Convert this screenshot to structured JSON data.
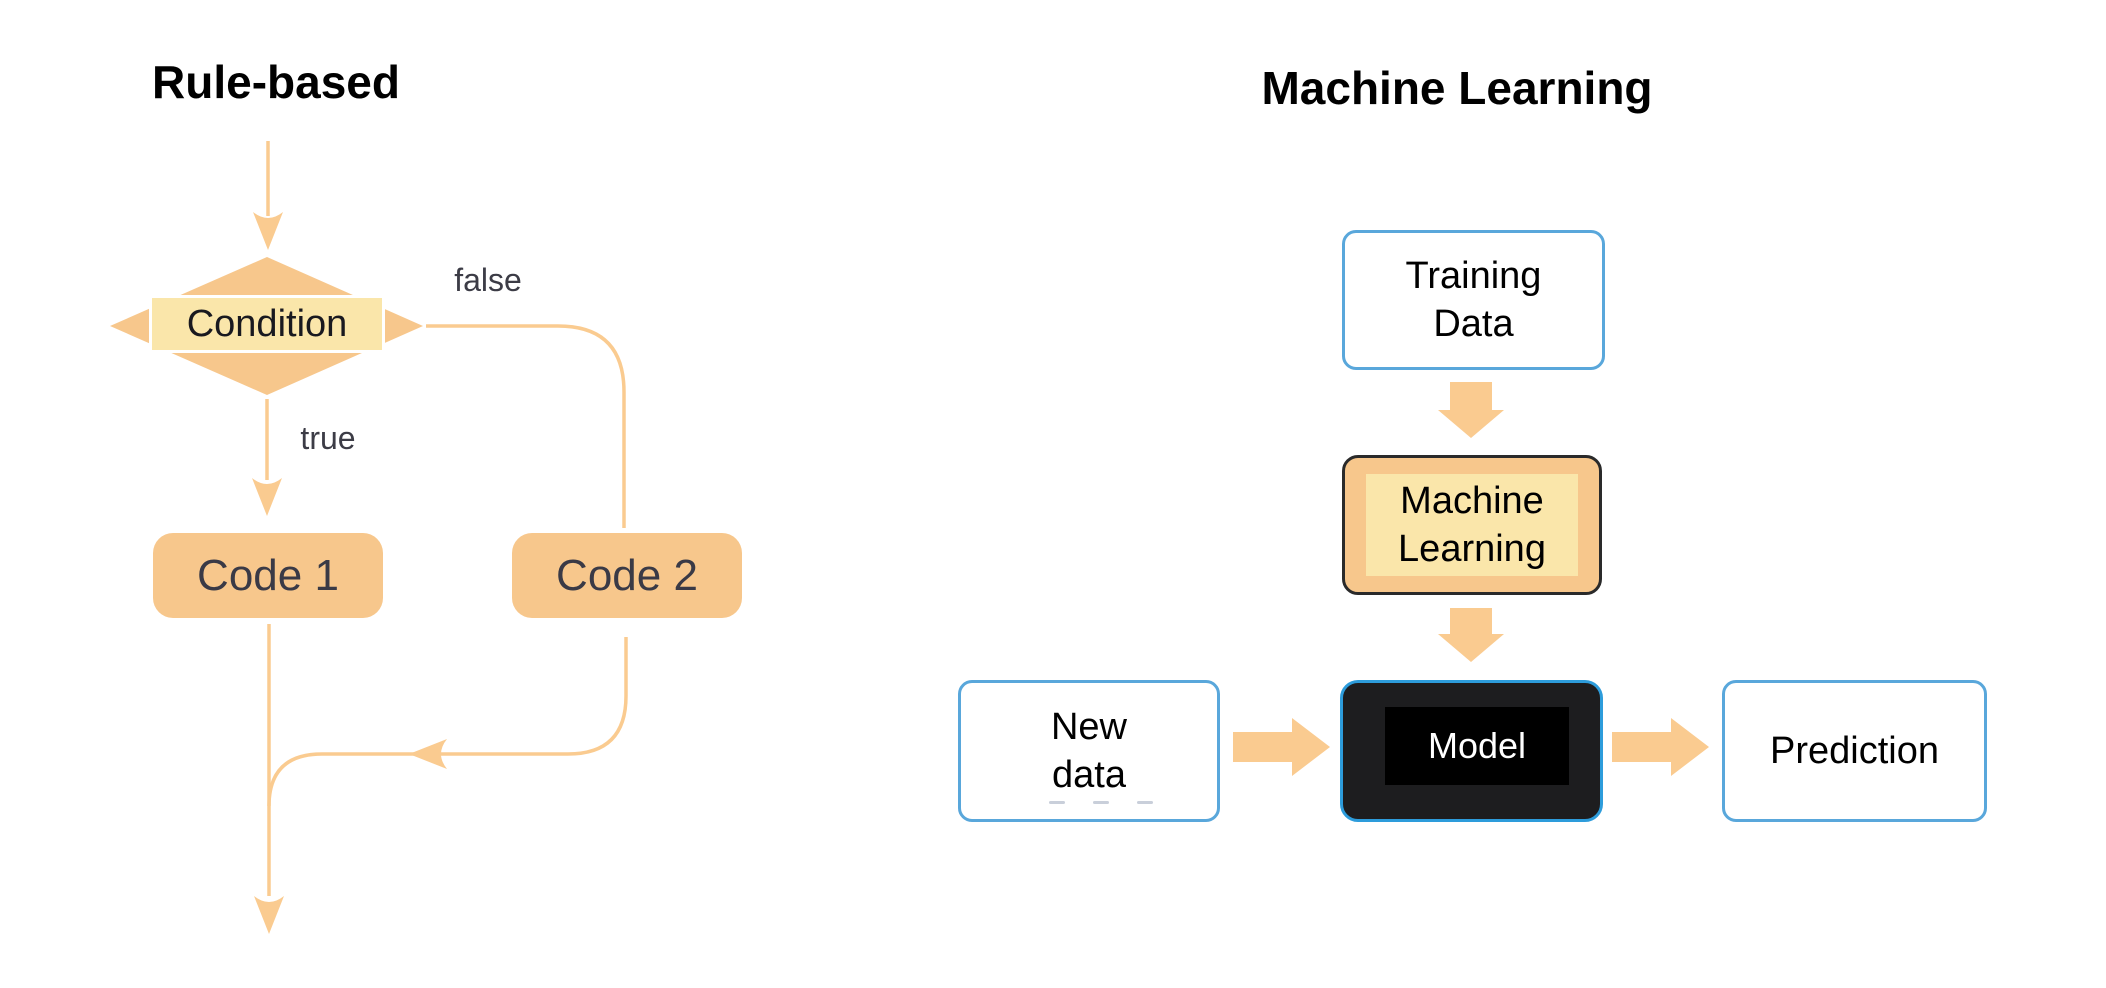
{
  "diagram": {
    "left": {
      "title": "Rule-based",
      "condition": "Condition",
      "false_label": "false",
      "true_label": "true",
      "code1": "Code 1",
      "code2": "Code 2"
    },
    "right": {
      "title": "Machine Learning",
      "training_data": "Training\nData",
      "machine_learning": "Machine\nLearning",
      "new_data": "New\ndata",
      "model": "Model",
      "prediction": "Prediction"
    },
    "colors": {
      "flow_shape_orange": "#F7C78C",
      "flow_line_orange": "#FACB90",
      "pale_yellow_label": "#FAE6AA",
      "box_border_blue": "#59A7DB",
      "model_border_blue": "#2D9CDB",
      "model_fill": "#1D1D1F",
      "flow_text_gray": "#3C3C46"
    }
  }
}
